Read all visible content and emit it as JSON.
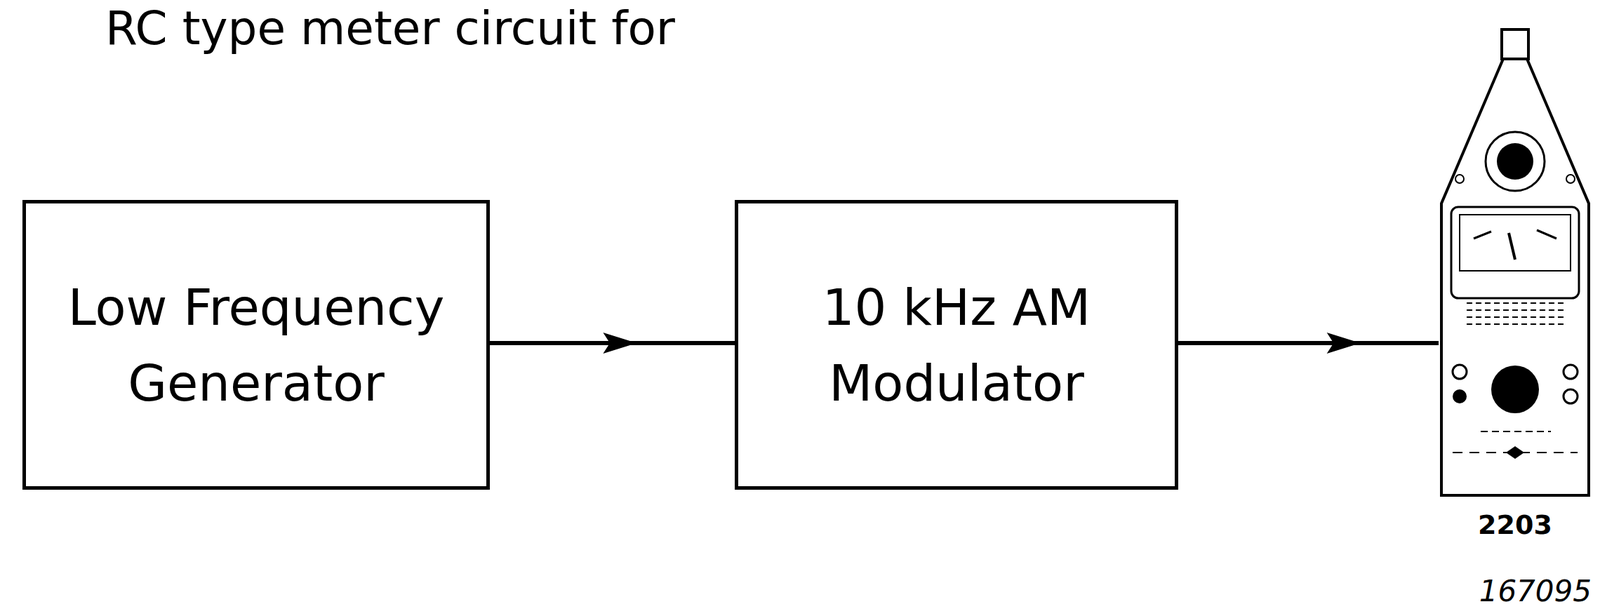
{
  "diagram": {
    "nodes": [
      {
        "text": [
          "Low Frequency Generator"
        ]
      },
      {
        "text": [
          "10 kHz AM Modulator"
        ]
      },
      {
        "text": [
          "2203"
        ]
      }
    ],
    "edges": [
      {
        "from": 0,
        "to": 1,
        "arrow": "to"
      },
      {
        "from": 1,
        "to": 2,
        "arrow": "to"
      }
    ],
    "labels": [
      "RC type meter circuit for",
      "167095"
    ]
  }
}
